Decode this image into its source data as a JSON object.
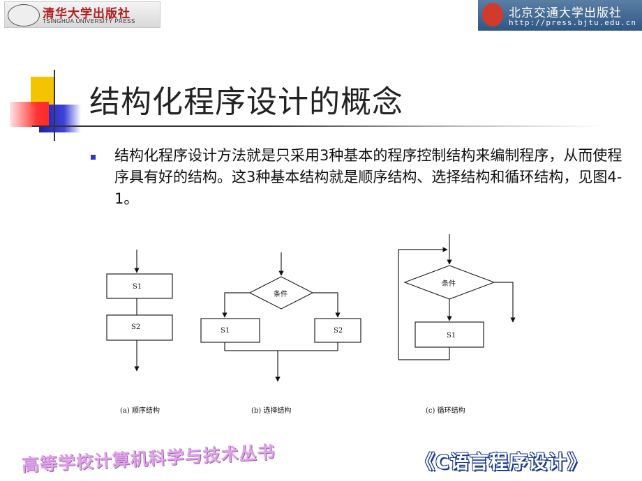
{
  "header": {
    "left_logo": {
      "seal_text": "",
      "name": "清华大学出版社",
      "english": "TSINGHUA UNIVERSITY PRESS"
    },
    "right_logo": {
      "mark_text": "",
      "name": "北京交通大学出版社",
      "url": "http://press.bjtu.edu.cn"
    }
  },
  "slide": {
    "title": "结构化程序设计的概念",
    "bullet_text": "结构化程序设计方法就是只采用3种基本的程序控制结构来编制程序，从而使程序具有好的结构。这3种基本结构就是顺序结构、选择结构和循环结构，见图4-1。"
  },
  "figure": {
    "sequence": {
      "s1": "S1",
      "s2": "S2",
      "caption": "(a)  顺序结构"
    },
    "selection": {
      "condition": "条件",
      "s1": "S1",
      "s2": "S2",
      "caption": "(b)  选择结构"
    },
    "loop": {
      "condition": "条件",
      "s1": "S1",
      "caption": "(c)   循环结构"
    }
  },
  "footer": {
    "series": "高等学校计算机科学与技术丛书",
    "book": "《C语言程序设计》"
  },
  "colors": {
    "bullet": "#3333cc",
    "accent_yellow": "#f4c400",
    "accent_blue": "#1e22a8",
    "accent_red": "#ff2a2a",
    "footer_series": "#dfa3e8",
    "footer_book_outline": "#1a3a9a"
  }
}
